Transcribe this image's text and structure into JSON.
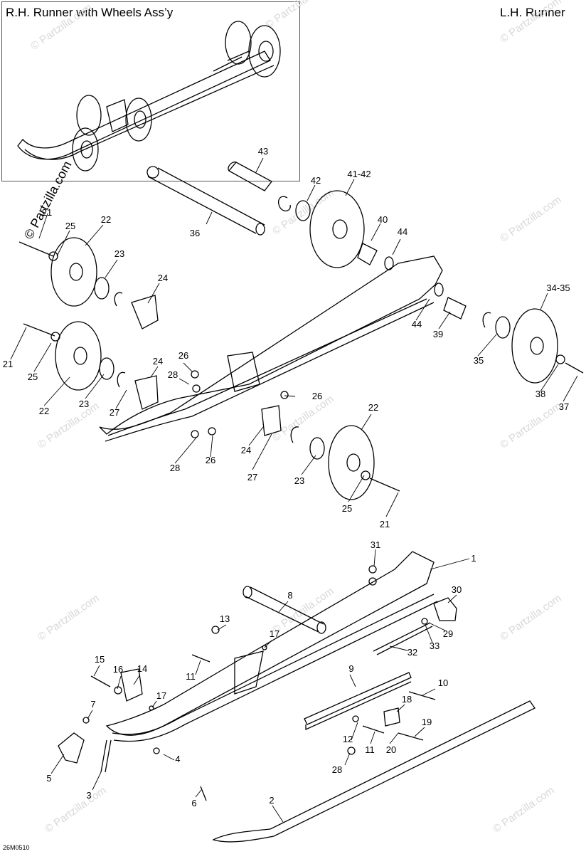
{
  "titles": {
    "inset": "R.H. Runner with Wheels Ass’y",
    "main": "L.H. Runner"
  },
  "diagram_code": "26M0510",
  "watermark": "© Partzilla.com",
  "callouts": [
    {
      "id": "c43",
      "label": "43"
    },
    {
      "id": "c42",
      "label": "42"
    },
    {
      "id": "c41-42",
      "label": "41-42"
    },
    {
      "id": "c40",
      "label": "40"
    },
    {
      "id": "c44a",
      "label": "44"
    },
    {
      "id": "c36",
      "label": "36"
    },
    {
      "id": "c21a",
      "label": "21"
    },
    {
      "id": "c25a",
      "label": "25"
    },
    {
      "id": "c22a",
      "label": "22"
    },
    {
      "id": "c23a",
      "label": "23"
    },
    {
      "id": "c24a",
      "label": "24"
    },
    {
      "id": "c34-35",
      "label": "34-35"
    },
    {
      "id": "c44b",
      "label": "44"
    },
    {
      "id": "c39",
      "label": "39"
    },
    {
      "id": "c35",
      "label": "35"
    },
    {
      "id": "c21b",
      "label": "21"
    },
    {
      "id": "c25b",
      "label": "25"
    },
    {
      "id": "c22b",
      "label": "22"
    },
    {
      "id": "c23b",
      "label": "23"
    },
    {
      "id": "c26a",
      "label": "26"
    },
    {
      "id": "c28a",
      "label": "28"
    },
    {
      "id": "c24b",
      "label": "24"
    },
    {
      "id": "c27a",
      "label": "27"
    },
    {
      "id": "c26b",
      "label": "26"
    },
    {
      "id": "c38",
      "label": "38"
    },
    {
      "id": "c37",
      "label": "37"
    },
    {
      "id": "c22c",
      "label": "22"
    },
    {
      "id": "c28b",
      "label": "28"
    },
    {
      "id": "c26c",
      "label": "26"
    },
    {
      "id": "c24c",
      "label": "24"
    },
    {
      "id": "c27b",
      "label": "27"
    },
    {
      "id": "c23c",
      "label": "23"
    },
    {
      "id": "c25c",
      "label": "25"
    },
    {
      "id": "c21c",
      "label": "21"
    },
    {
      "id": "c31",
      "label": "31"
    },
    {
      "id": "c1",
      "label": "1"
    },
    {
      "id": "c8",
      "label": "8"
    },
    {
      "id": "c30",
      "label": "30"
    },
    {
      "id": "c13",
      "label": "13"
    },
    {
      "id": "c29",
      "label": "29"
    },
    {
      "id": "c17a",
      "label": "17"
    },
    {
      "id": "c33",
      "label": "33"
    },
    {
      "id": "c32",
      "label": "32"
    },
    {
      "id": "c15",
      "label": "15"
    },
    {
      "id": "c16",
      "label": "16"
    },
    {
      "id": "c14",
      "label": "14"
    },
    {
      "id": "c11a",
      "label": "11"
    },
    {
      "id": "c9",
      "label": "9"
    },
    {
      "id": "c10",
      "label": "10"
    },
    {
      "id": "c17b",
      "label": "17"
    },
    {
      "id": "c7",
      "label": "7"
    },
    {
      "id": "c18",
      "label": "18"
    },
    {
      "id": "c19",
      "label": "19"
    },
    {
      "id": "c12",
      "label": "12"
    },
    {
      "id": "c11b",
      "label": "11"
    },
    {
      "id": "c20",
      "label": "20"
    },
    {
      "id": "c5",
      "label": "5"
    },
    {
      "id": "c4",
      "label": "4"
    },
    {
      "id": "c28c",
      "label": "28"
    },
    {
      "id": "c3",
      "label": "3"
    },
    {
      "id": "c6",
      "label": "6"
    },
    {
      "id": "c2",
      "label": "2"
    }
  ]
}
